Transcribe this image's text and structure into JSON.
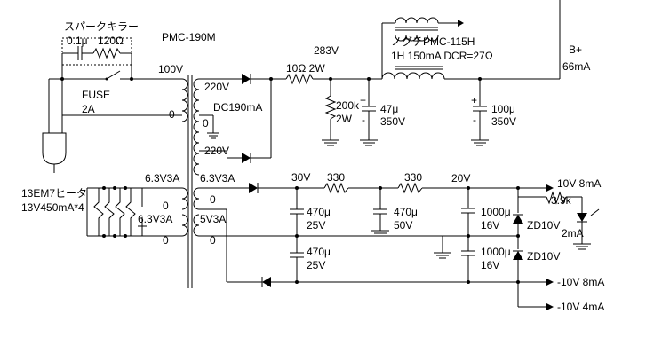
{
  "labels": {
    "spark_killer": "スパークキラー",
    "cap_0_1u": "0.1μ",
    "res_120": "120Ω",
    "transformer_model": "PMC-190M",
    "v_100": "100V",
    "fuse": "FUSE",
    "fuse_rating": "2A",
    "zero_primary": "0",
    "v_220_top": "220V",
    "dc190ma": "DC190mA",
    "zero_center": "0",
    "v_220_bot": "220V",
    "res_10": "10Ω 2W",
    "v_283": "283V",
    "choke_model": "ノグチPMC-115H",
    "choke_spec": "1H 150mA DCR=27Ω",
    "bplus": "B+",
    "bplus_current": "66mA",
    "res_200k": "200k",
    "res_200k_w": "2W",
    "cap_47u": "47μ",
    "cap_47u_v": "350V",
    "cap_100u": "100μ",
    "cap_100u_v": "350V",
    "heater_tube": "13EM7ヒータ",
    "heater_spec": "13V450mA*4",
    "w63_left": "6.3V3A",
    "w63_mid": "6.3V3A",
    "w63_right": "6.3V3A",
    "zero_w1": "0",
    "zero_w2": "0",
    "w5v3a": "5V3A",
    "zero_w3": "0",
    "zero_w4": "0",
    "v_30": "30V",
    "r_330_a": "330",
    "r_330_b": "330",
    "v_20": "20V",
    "out_10v": "10V 8mA",
    "c470_a": "470μ",
    "c470_a_v": "25V",
    "c470_b": "470μ",
    "c470_b_v": "50V",
    "c1000_a": "1000μ",
    "c1000_a_v": "16V",
    "r_3_9k": "3.9k",
    "zd10_a": "ZD10V",
    "led_current": "2mA",
    "c470_c": "470μ",
    "c470_c_v": "25V",
    "c1000_b": "1000μ",
    "c1000_b_v": "16V",
    "zd10_b": "ZD10V",
    "out_m10v_8": "-10V 8mA",
    "out_m10v_4": "-10V 4mA",
    "plus": "+",
    "minus": "-"
  }
}
